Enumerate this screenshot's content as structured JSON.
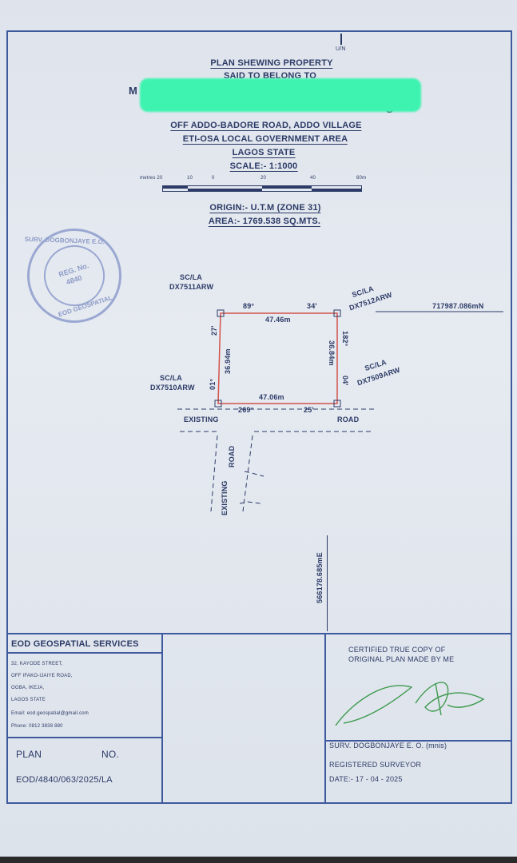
{
  "north": "U/N",
  "header": {
    "line1": "PLAN SHEWING PROPERTY",
    "line2": "SAID TO BELONG TO",
    "owner_visible_start": "M",
    "owner_visible_end": "S",
    "line4": "OFF ADDO-BADORE ROAD, ADDO VILLAGE",
    "line5": "ETI-OSA LOCAL GOVERNMENT AREA",
    "line6": "LAGOS STATE",
    "scale": "SCALE:- 1:1000",
    "origin": "ORIGIN:- U.T.M (ZONE 31)",
    "area": "AREA:- 1769.538 SQ.MTS."
  },
  "scale_ticks": [
    "metres 20",
    "10",
    "0",
    "20",
    "40",
    "60m"
  ],
  "seal": {
    "top": "SURV. DOGBONJAYE E.O.",
    "reg": "REG. No.",
    "regno": "4840",
    "bottom": "EOD GEOSPATIAL"
  },
  "beacons": {
    "nw": [
      "SC/LA",
      "DX7511ARW"
    ],
    "ne": [
      "SC/LA",
      "DX7512ARW"
    ],
    "sw": [
      "SC/LA",
      "DX7510ARW"
    ],
    "se": [
      "SC/LA",
      "DX7509ARW"
    ]
  },
  "bearings": {
    "top_deg": "89°",
    "top_min": "34'",
    "top_dist": "47.46m",
    "left_min": "27'",
    "left_deg": "01°",
    "left_dist": "36.94m",
    "right_deg": "182°",
    "right_min": "04'",
    "right_dist": "36.84m",
    "bottom_dist": "47.06m",
    "bottom_deg": "269°",
    "bottom_min": "25'"
  },
  "northing": "717987.086mN",
  "easting": "566178.685mE",
  "roads": {
    "existing": "EXISTING",
    "road": "ROAD",
    "v_existing": "EXISTING",
    "v_road": "ROAD"
  },
  "footer": {
    "company": "EOD GEOSPATIAL SERVICES",
    "addr1": "32, KAYODE STREET,",
    "addr2": "OFF IFAKO-IJAIYE ROAD,",
    "addr3": "OGBA, IKEJA,",
    "addr4": "LAGOS STATE",
    "email": "Email: eod.geospatial@gmail.com",
    "phone": "Phone: 0812 3838 880",
    "plan": "PLAN",
    "no": "NO.",
    "plan_no": "EOD/4840/063/2025/LA",
    "cert1": "CERTIFIED TRUE COPY OF",
    "cert2": "ORIGINAL PLAN MADE BY ME",
    "surveyor": "SURV. DOGBONJAYE E. O. (mnis)",
    "reg_surveyor": "REGISTERED SURVEYOR",
    "date": "DATE:- 17 - 04 - 2025"
  }
}
